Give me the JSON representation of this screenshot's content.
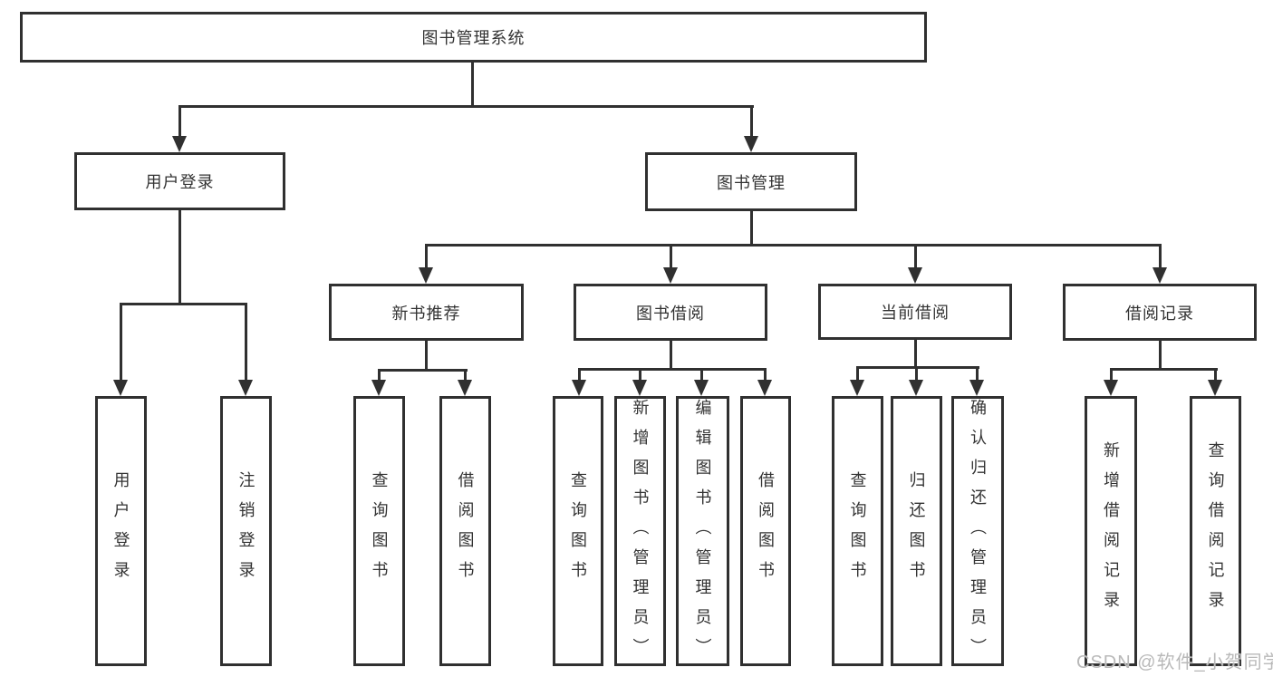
{
  "tree": {
    "label": "图书管理系统",
    "children": [
      {
        "label": "用户登录",
        "children": [
          {
            "label": "用户登录"
          },
          {
            "label": "注销登录"
          }
        ]
      },
      {
        "label": "图书管理",
        "children": [
          {
            "label": "新书推荐",
            "children": [
              {
                "label": "查询图书"
              },
              {
                "label": "借阅图书"
              }
            ]
          },
          {
            "label": "图书借阅",
            "children": [
              {
                "label": "查询图书"
              },
              {
                "label": "新增图书（管理员）"
              },
              {
                "label": "编辑图书（管理员）"
              },
              {
                "label": "借阅图书"
              }
            ]
          },
          {
            "label": "当前借阅",
            "children": [
              {
                "label": "查询图书"
              },
              {
                "label": "归还图书"
              },
              {
                "label": "确认归还（管理员）"
              }
            ]
          },
          {
            "label": "借阅记录",
            "children": [
              {
                "label": "新增借阅记录"
              },
              {
                "label": "查询借阅记录"
              }
            ]
          }
        ]
      }
    ]
  },
  "watermark": "CSDN @软件_小贺同学",
  "colors": {
    "line": "#303030",
    "text": "#333333",
    "watermark": "#b9b9b9",
    "background": "#ffffff"
  }
}
